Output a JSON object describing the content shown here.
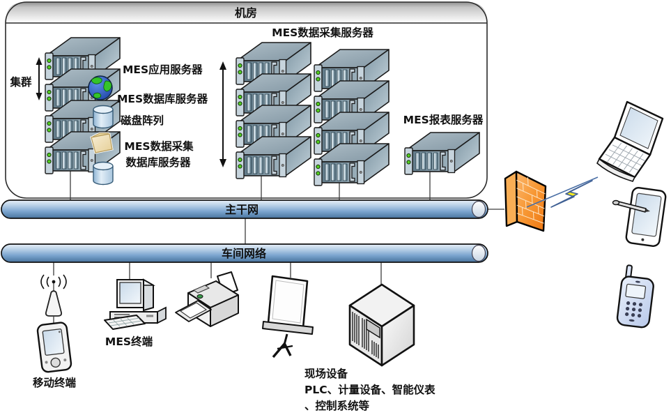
{
  "diagram": {
    "room_title": "机房",
    "server_room": {
      "cluster_label": "集群",
      "app_server": "MES应用服务器",
      "db_server": "MES数据库服务器",
      "disk_array": "磁盘阵列",
      "daq_db_server_line1": "MES数据采集",
      "daq_db_server_line2": "数据库服务器",
      "daq_server_title": "MES数据采集服务器",
      "report_server": "MES报表服务器"
    },
    "networks": {
      "backbone": "主干网",
      "workshop": "车间网络"
    },
    "devices": {
      "mobile_terminal": "移动终端",
      "mes_terminal": "MES终端",
      "field_device_line1": "现场设备",
      "field_device_line2": "PLC、计量设备、智能仪表",
      "field_device_line3": "、控制系统等"
    },
    "icons": {
      "server": "server-icon",
      "globe": "globe-icon",
      "disk": "disk-cylinder-icon",
      "folder": "folder-icon",
      "firewall": "firewall-icon",
      "lightning": "lightning-bolt-icon",
      "laptop": "laptop-icon",
      "tablet": "tablet-stylus-icon",
      "cellphone": "cellphone-icon",
      "antenna": "wireless-antenna-icon",
      "pda": "pda-handheld-icon",
      "desktop": "desktop-computer-icon",
      "printer": "printer-icon",
      "projector": "projector-screen-icon",
      "cabinet": "plc-cabinet-icon"
    },
    "colors": {
      "network_bar_blue": "#6f9cc8",
      "firewall_orange": "#f58220",
      "lightning_yellow": "#f7ec1f",
      "server_steel": "#7d96a4",
      "led_green": "#54d01e",
      "outline": "#1a1a1a"
    }
  }
}
